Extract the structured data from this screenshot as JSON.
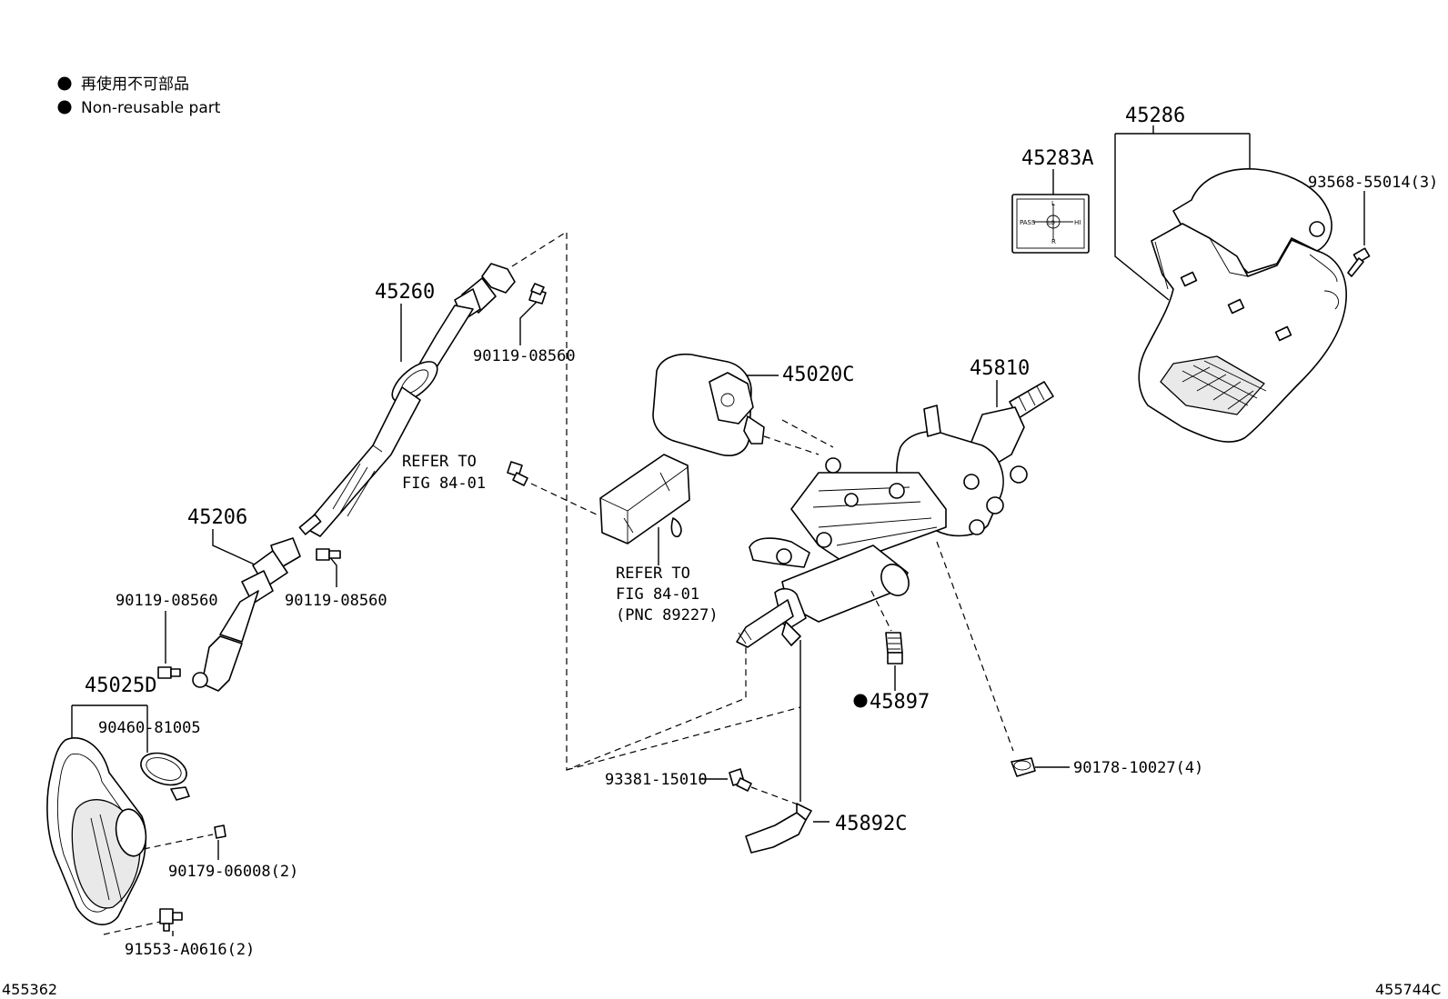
{
  "legend": {
    "line1": "再使用不可部品",
    "line2": "Non-reusable part"
  },
  "labels": {
    "p45286": "45286",
    "p45283A": "45283A",
    "p93568": "93568-55014(3)",
    "p45260": "45260",
    "p90119_a": "90119-08560",
    "p45020C": "45020C",
    "p45810": "45810",
    "refer1_l1": "REFER TO",
    "refer1_l2": "FIG 84-01",
    "p45206": "45206",
    "p90119_b": "90119-08560",
    "p90119_c": "90119-08560",
    "refer2_l1": "REFER TO",
    "refer2_l2": "FIG 84-01",
    "refer2_l3": "(PNC 89227)",
    "p45025D": "45025D",
    "p90460": "90460-81005",
    "p45897": "45897",
    "p90178": "90178-10027(4)",
    "p93381": "93381-15010",
    "p45892C": "45892C",
    "p90179": "90179-06008(2)",
    "p91553": "91553-A0616(2)"
  },
  "switch_face": {
    "left": "PASS",
    "right": "HI",
    "top": "L",
    "bottom": "R",
    "center": "LO"
  },
  "corners": {
    "bottom_left": "455362",
    "bottom_right": "455744C"
  }
}
